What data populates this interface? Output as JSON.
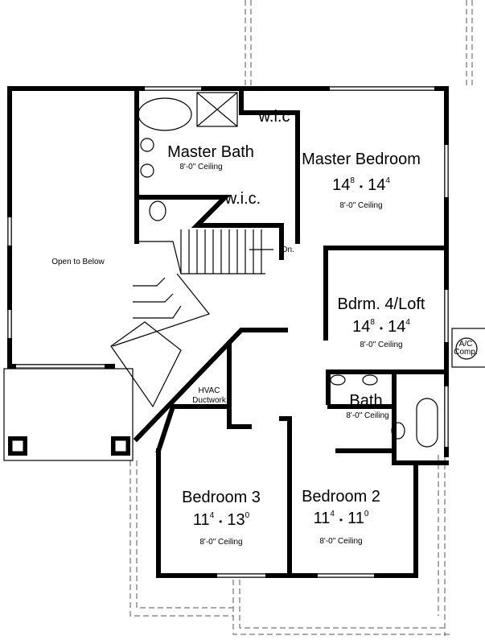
{
  "plan": {
    "rooms": {
      "open_to_below": {
        "label": "Open to Below"
      },
      "master_bath": {
        "label": "Master Bath",
        "ceiling": "8'-0\" Ceiling"
      },
      "wic_top": {
        "label": "w.i.c"
      },
      "wic_main": {
        "label": "w.i.c."
      },
      "master_bedroom": {
        "label": "Master Bedroom",
        "w": "14",
        "w_in": "8",
        "sep": "•",
        "d": "14",
        "d_in": "4",
        "ceiling": "8'-0\" Ceiling"
      },
      "bdrm4": {
        "label": "Bdrm. 4/Loft",
        "w": "14",
        "w_in": "8",
        "sep": "•",
        "d": "14",
        "d_in": "4",
        "ceiling": "8'-0\" Ceiling"
      },
      "bath": {
        "label": "Bath",
        "ceiling": "8'-0\" Ceiling"
      },
      "bedroom3": {
        "label": "Bedroom 3",
        "w": "11",
        "w_in": "4",
        "sep": "•",
        "d": "13",
        "d_in": "0",
        "ceiling": "8'-0\" Ceiling"
      },
      "bedroom2": {
        "label": "Bedroom 2",
        "w": "11",
        "w_in": "4",
        "sep": "•",
        "d": "11",
        "d_in": "0",
        "ceiling": "8'-0\" Ceiling"
      }
    },
    "annotations": {
      "stairs_down": "Dn.",
      "hvac_1": "HVAC",
      "hvac_2": "Ductwork",
      "ac_1": "A/C",
      "ac_2": "Comp."
    }
  }
}
